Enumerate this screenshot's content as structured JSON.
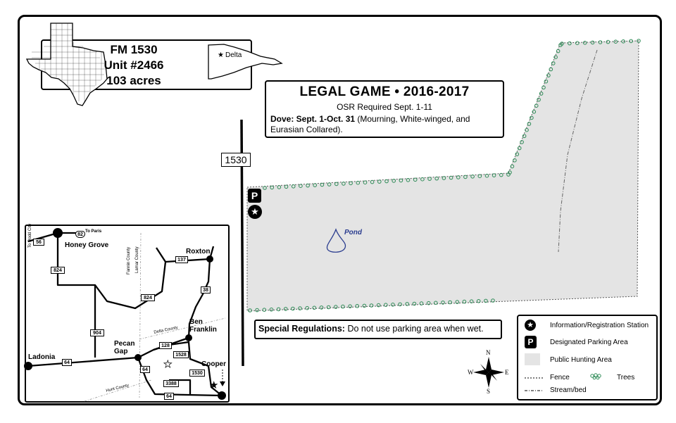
{
  "title": {
    "road": "FM 1530",
    "unit": "Unit #2466",
    "acres": "103 acres",
    "county_label": "Delta"
  },
  "legal_game": {
    "heading": "LEGAL GAME • 2016-2017",
    "osr": "OSR Required Sept. 1-11",
    "dove_label": "Dove: Sept. 1-Oct. 31",
    "dove_detail": "(Mourning, White-winged, and Eurasian Collared)."
  },
  "road_shield": "1530",
  "pond_label": "Pond",
  "special_regulations": {
    "label": "Special Regulations:",
    "text": "Do not use parking area when wet."
  },
  "legend": {
    "info_station": "Information/Registration Station",
    "parking": "Designated Parking Area",
    "public_hunting": "Public Hunting Area",
    "fence": "Fence",
    "trees": "Trees",
    "stream": "Stream/bed"
  },
  "compass": {
    "n": "N",
    "s": "S",
    "e": "E",
    "w": "W"
  },
  "inset": {
    "towns": {
      "honey_grove": "Honey Grove",
      "roxton": "Roxton",
      "ben_franklin": "Ben Franklin",
      "pecan_gap": "Pecan Gap",
      "ladonia": "Ladonia",
      "cooper": "Cooper"
    },
    "labels": {
      "to_paris": "To Paris",
      "to_dodd_city": "To Dodd City",
      "fannin_county": "Fannin County",
      "lamar_county": "Lamar County",
      "delta_county": "Delta County",
      "hunt_county": "Hunt County"
    },
    "shields": {
      "us82": "82",
      "s56": "56",
      "s824a": "824",
      "s824b": "824",
      "s904": "904",
      "s137": "137",
      "s38": "38",
      "s128": "128",
      "s1528": "1528",
      "s64a": "64",
      "s64b": "64",
      "s1530": "1530",
      "s3388": "3388",
      "s64c": "64"
    }
  },
  "colors": {
    "hunting_area": "#e4e4e4",
    "trees": "#2e8b57",
    "pond": "#2b3d8f"
  }
}
